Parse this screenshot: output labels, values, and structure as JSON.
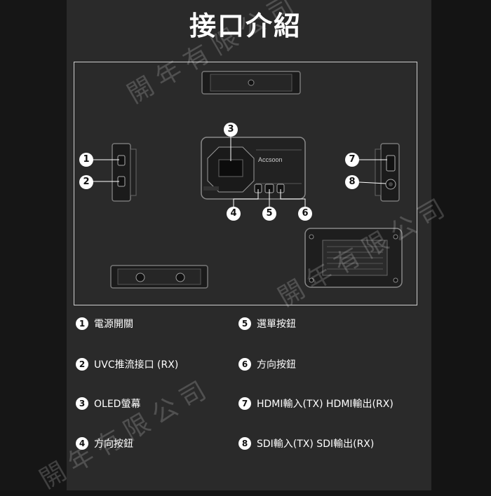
{
  "title": "接口介紹",
  "callouts": [
    "1",
    "2",
    "3",
    "4",
    "5",
    "6",
    "7",
    "8"
  ],
  "legend": [
    {
      "num": "1",
      "label": "電源開關"
    },
    {
      "num": "2",
      "label": "UVC推流接口 (RX)"
    },
    {
      "num": "3",
      "label": "OLED螢幕"
    },
    {
      "num": "4",
      "label": "方向按鈕"
    },
    {
      "num": "5",
      "label": "選單按鈕"
    },
    {
      "num": "6",
      "label": "方向按鈕"
    },
    {
      "num": "7",
      "label": "HDMI輸入(TX)  HDMI輸出(RX)"
    },
    {
      "num": "8",
      "label": "SDI輸入(TX)  SDI輸出(RX)"
    }
  ],
  "watermark": "開年有限公司",
  "brand_text": "Accsoon"
}
